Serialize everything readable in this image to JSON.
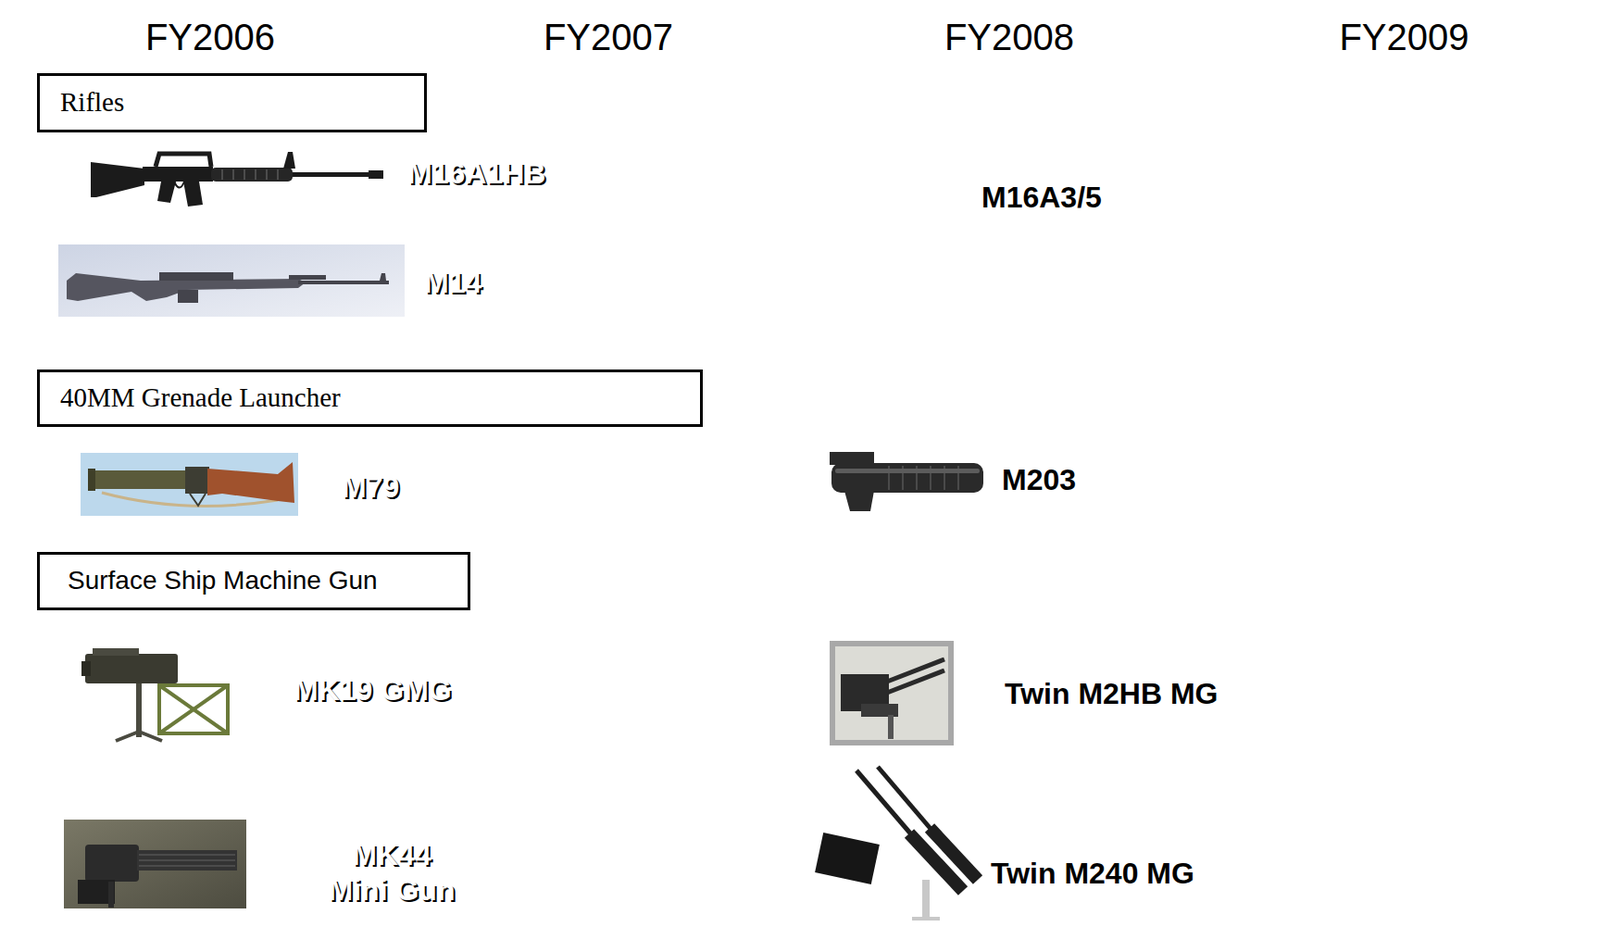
{
  "diagram": {
    "nodes": [
      {
        "text": [
          "FY2006"
        ]
      },
      {
        "text": [
          "FY2007"
        ]
      },
      {
        "text": [
          "FY2008"
        ]
      },
      {
        "text": [
          "FY2009"
        ]
      },
      {
        "text": [
          "Rifles"
        ]
      },
      {
        "text": [
          "M16A1HB"
        ]
      },
      {
        "text": [
          "M16A3/5"
        ]
      },
      {
        "text": [
          "M14"
        ]
      },
      {
        "text": [
          "40MM Grenade Launcher"
        ]
      },
      {
        "text": [
          "M79"
        ]
      },
      {
        "text": [
          "M203"
        ]
      },
      {
        "text": [
          "Surface Ship Machine Gun"
        ]
      },
      {
        "text": [
          "MK19 GMG"
        ]
      },
      {
        "text": [
          "Twin M2HB MG"
        ]
      },
      {
        "text": [
          "MK44 Mini Gun"
        ]
      },
      {
        "text": [
          "Twin M240 MG"
        ]
      }
    ]
  }
}
